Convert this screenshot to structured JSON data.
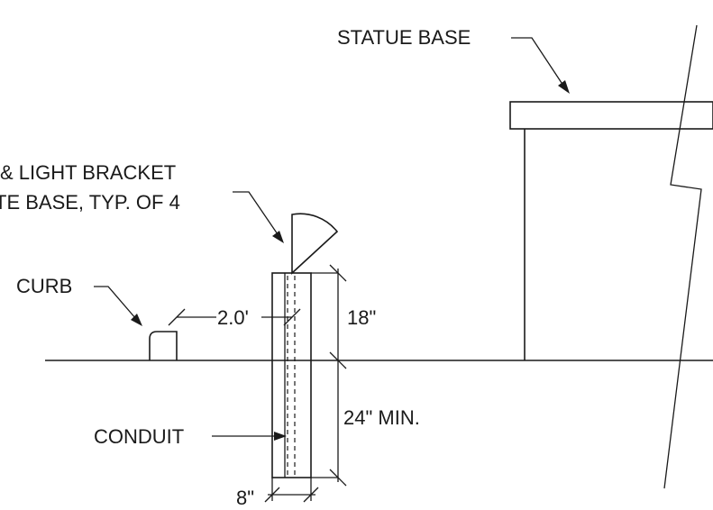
{
  "labels": {
    "statue_base": "STATUE BASE",
    "bracket_line1": "& LIGHT BRACKET",
    "bracket_line2": "TE BASE, TYP. OF 4",
    "curb": "CURB",
    "offset": "2.0'",
    "height_above": "18\"",
    "depth_below": "24\" MIN.",
    "conduit": "CONDUIT",
    "width": "8\""
  }
}
